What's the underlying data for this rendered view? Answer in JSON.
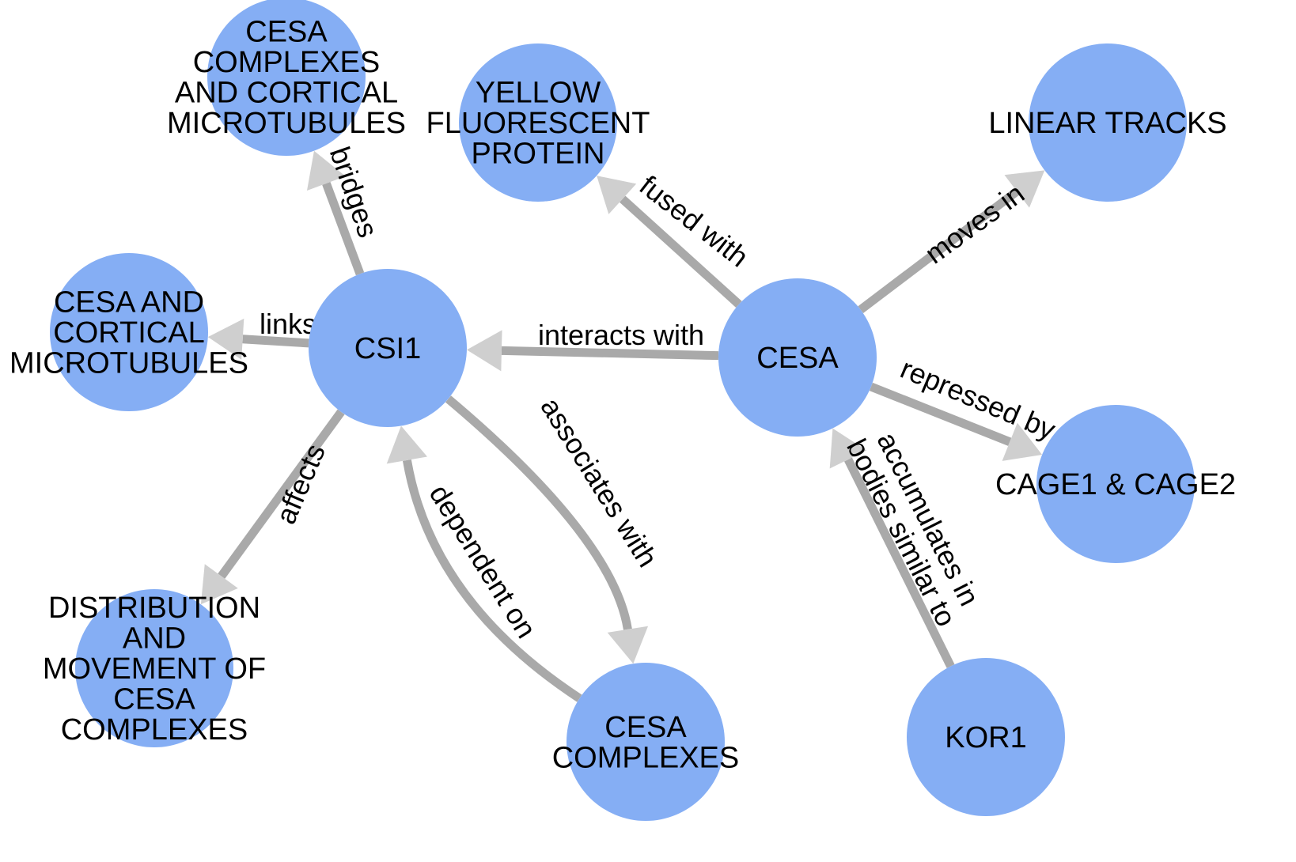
{
  "graph": {
    "nodes": [
      {
        "id": "csi1",
        "lines": [
          "CSI1"
        ]
      },
      {
        "id": "cesa",
        "lines": [
          "CESA"
        ]
      },
      {
        "id": "cesa-complexes-cortical",
        "lines": [
          "CESA",
          "COMPLEXES",
          "AND CORTICAL",
          "MICROTUBULES"
        ]
      },
      {
        "id": "cesa-cortical",
        "lines": [
          "CESA AND",
          "CORTICAL",
          "MICROTUBULES"
        ]
      },
      {
        "id": "distribution",
        "lines": [
          "DISTRIBUTION",
          "AND",
          "MOVEMENT OF",
          "CESA",
          "COMPLEXES"
        ]
      },
      {
        "id": "cesa-complexes",
        "lines": [
          "CESA",
          "COMPLEXES"
        ]
      },
      {
        "id": "yfp",
        "lines": [
          "YELLOW",
          "FLUORESCENT",
          "PROTEIN"
        ]
      },
      {
        "id": "linear-tracks",
        "lines": [
          "LINEAR TRACKS"
        ]
      },
      {
        "id": "cage",
        "lines": [
          "CAGE1 & CAGE2"
        ]
      },
      {
        "id": "kor1",
        "lines": [
          "KOR1"
        ]
      }
    ],
    "edges": [
      {
        "id": "bridges",
        "from": "csi1",
        "to": "cesa-complexes-cortical",
        "label": "bridges"
      },
      {
        "id": "links",
        "from": "csi1",
        "to": "cesa-cortical",
        "label": "links"
      },
      {
        "id": "affects",
        "from": "csi1",
        "to": "distribution",
        "label": "affects"
      },
      {
        "id": "associates",
        "from": "csi1",
        "to": "cesa-complexes",
        "label": "associates with"
      },
      {
        "id": "dependent",
        "from": "cesa-complexes",
        "to": "csi1",
        "label": "dependent on"
      },
      {
        "id": "interacts",
        "from": "cesa",
        "to": "csi1",
        "label": "interacts with"
      },
      {
        "id": "fused",
        "from": "cesa",
        "to": "yfp",
        "label": "fused with"
      },
      {
        "id": "moves",
        "from": "cesa",
        "to": "linear-tracks",
        "label": "moves in"
      },
      {
        "id": "repressed",
        "from": "cesa",
        "to": "cage",
        "label": "repressed by"
      },
      {
        "id": "accumulates",
        "from": "kor1",
        "to": "cesa",
        "label": [
          "accumulates in",
          "bodies similar to"
        ]
      }
    ]
  }
}
